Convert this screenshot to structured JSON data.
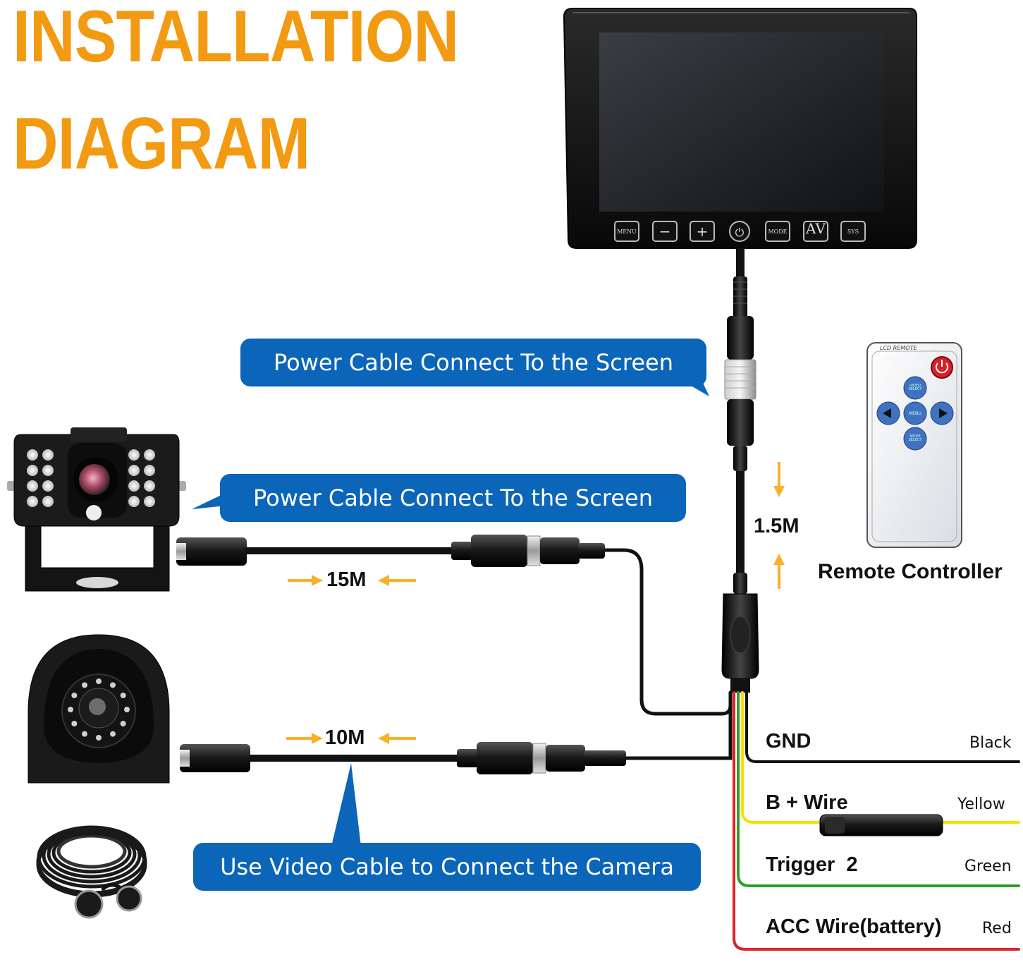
{
  "title": {
    "line1": "INSTALLATION",
    "line2": "DIAGRAM"
  },
  "colors": {
    "title": "#F29A12",
    "callout": "#0B65B8",
    "arrow": "#F7B22B"
  },
  "monitor": {
    "buttons": [
      "MENU",
      "−",
      "+",
      "⏻",
      "MODE",
      "AV",
      "SYS"
    ]
  },
  "remote": {
    "header": "LCD REMOTE",
    "center": "MENU",
    "up": "VIDEO SELECT",
    "down": "MODE SELECT",
    "label": "Remote Controller"
  },
  "callouts": {
    "screen_top": "Power Cable Connect To the Screen",
    "screen_mid": "Power Cable Connect To the Screen",
    "camera": "Use Video Cable to Connect the Camera"
  },
  "lengths": {
    "monitor_cable": "1.5M",
    "camera1_cable": "15M",
    "camera2_cable": "10M"
  },
  "wires": [
    {
      "label": "GND",
      "color": "Black",
      "hex": "#111111"
    },
    {
      "label": "B + Wire",
      "color": "Yellow",
      "hex": "#F2E200"
    },
    {
      "label": "Trigger  2",
      "color": "Green",
      "hex": "#2E9E2E"
    },
    {
      "label": "ACC Wire(battery)",
      "color": "Red",
      "hex": "#E0232B"
    }
  ]
}
